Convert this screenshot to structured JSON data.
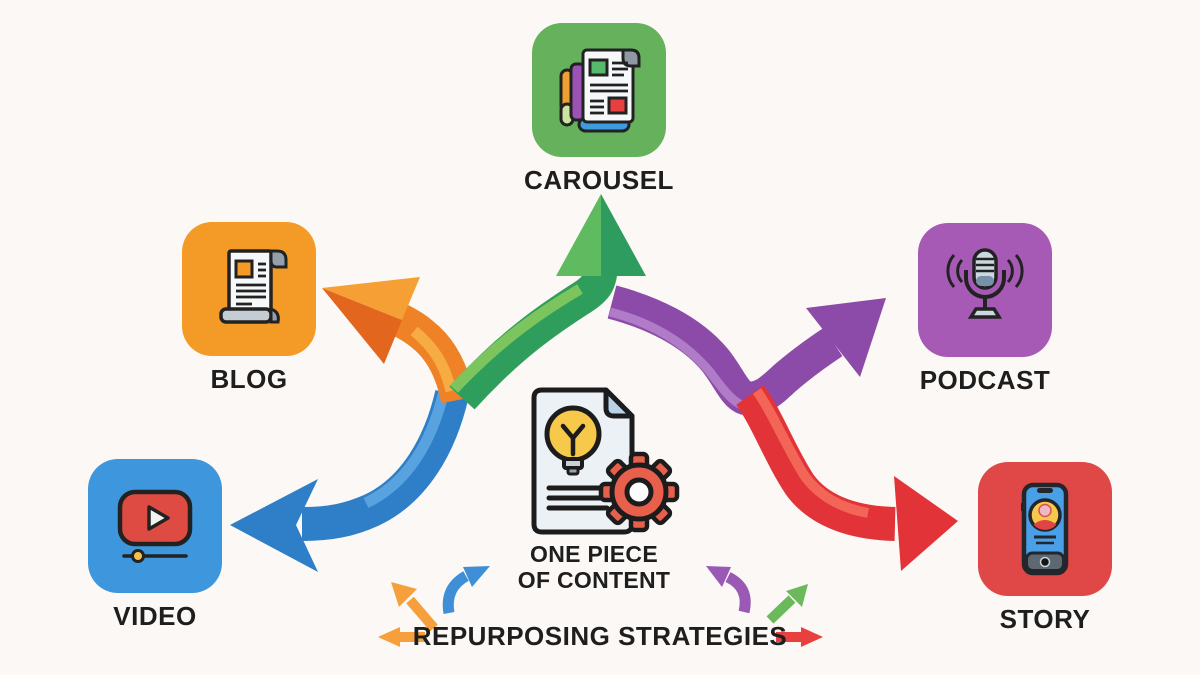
{
  "center": {
    "line1": "ONE PIECE",
    "line2": "OF CONTENT",
    "icon": "document-lightbulb-gear-icon"
  },
  "footer": {
    "label": "REPURPOSING STRATEGIES"
  },
  "nodes": [
    {
      "id": "carousel",
      "label": "CAROUSEL",
      "position": "top",
      "tile_color": "#66B25C",
      "arrow_color": "#2F9D5C",
      "icon": "carousel-pages-icon"
    },
    {
      "id": "blog",
      "label": "BLOG",
      "position": "upper-left",
      "tile_color": "#F49B27",
      "arrow_color": "#EF8226",
      "icon": "blog-scroll-icon"
    },
    {
      "id": "podcast",
      "label": "PODCAST",
      "position": "upper-right",
      "tile_color": "#A75AB5",
      "arrow_color": "#8C4BA8",
      "icon": "podcast-microphone-icon"
    },
    {
      "id": "video",
      "label": "VIDEO",
      "position": "lower-left",
      "tile_color": "#3E97DC",
      "arrow_color": "#2E7FC7",
      "icon": "video-player-icon"
    },
    {
      "id": "story",
      "label": "STORY",
      "position": "lower-right",
      "tile_color": "#E04848",
      "arrow_color": "#E23338",
      "icon": "phone-story-icon"
    }
  ],
  "colors": {
    "background": "#FBF8F5",
    "text": "#1E1E1E",
    "orange_highlight": "#F7AC42",
    "blue_highlight": "#58A3DF",
    "green_highlight": "#7CC45E",
    "purple_highlight": "#B07CC8",
    "red_highlight": "#F26557"
  }
}
